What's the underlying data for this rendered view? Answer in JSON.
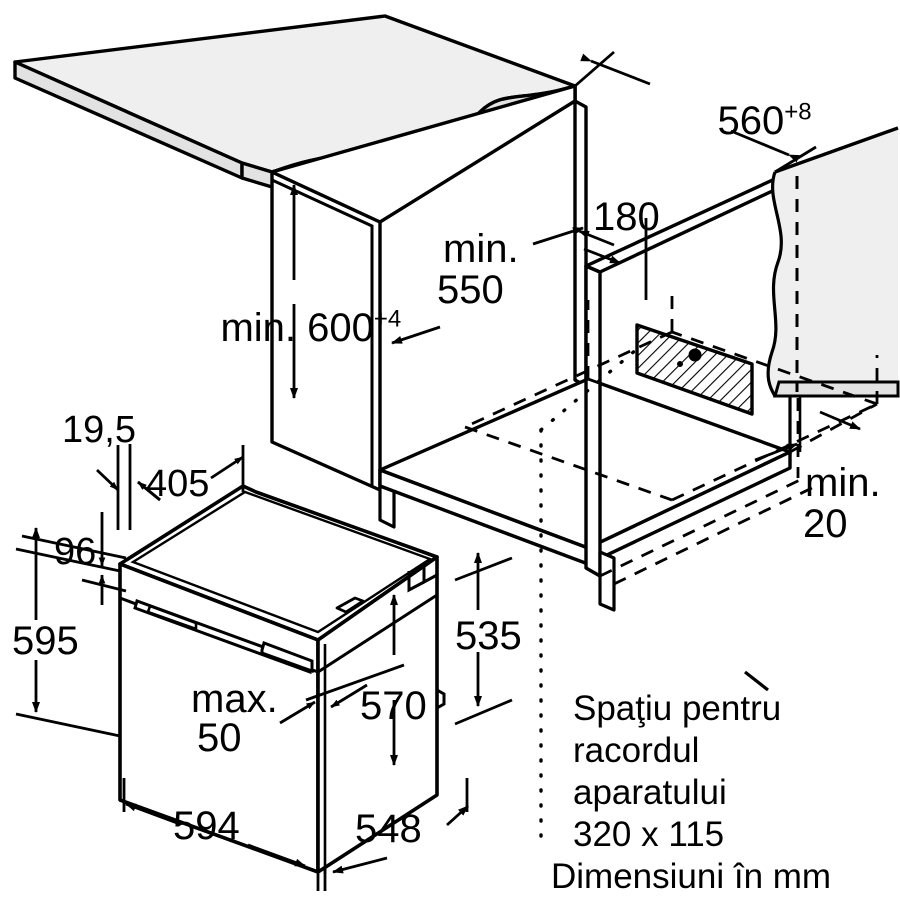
{
  "drawing": {
    "title": "Oven built-in installation dimension diagram",
    "units_note": "Dimensiuni în mm",
    "colors": {
      "line": "#000000",
      "panel_fill": "#efefef",
      "edge_fill": "#e0e0e0",
      "background": "#ffffff"
    }
  },
  "dimensions": {
    "niche_depth": "560",
    "niche_depth_tol": "+8",
    "niche_height": "min. 600",
    "niche_height_tol": "+4",
    "niche_width_label": "min.",
    "niche_width_value": "550",
    "connection_offset": "180",
    "rear_gap_label": "min.",
    "rear_gap_value": "20",
    "door_front_thickness": "19,5",
    "control_panel_depth": "405",
    "control_panel_height": "96",
    "appliance_height": "595",
    "appliance_body_height": "535",
    "appliance_body_depth": "570",
    "appliance_width": "594",
    "appliance_depth": "548",
    "handle_clearance_label": "max.",
    "handle_clearance_value": "50"
  },
  "caption": {
    "line1": "Spaţiu pentru",
    "line2": "racordul",
    "line3": "aparatului",
    "line4": "320 x 115",
    "line5": "Dimensiuni în mm"
  },
  "parts": {
    "countertop": "countertop-slab",
    "cabinet": "cabinet-niche",
    "appliance": "built-in-oven",
    "connection_box": "electrical-connection-box",
    "wall_panel": "rear-wall-panel"
  }
}
